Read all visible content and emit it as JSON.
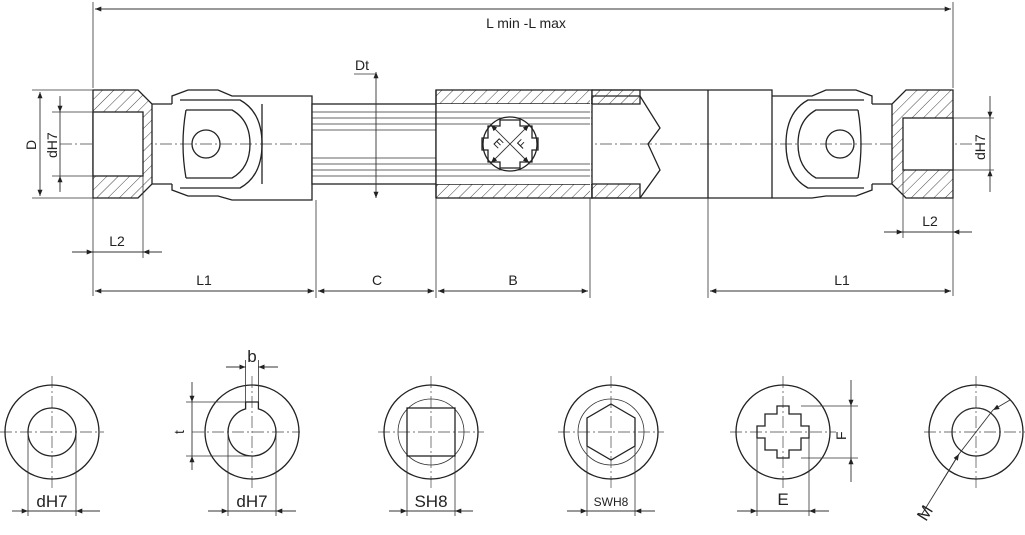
{
  "drawing": {
    "labels": {
      "overall_length": "L min -L max",
      "outer_diameter": "D",
      "bore_left": "dH7",
      "bore_right": "dH7",
      "tube_diameter": "Dt",
      "spline_e": "E",
      "spline_f": "F",
      "bore_depth_left": "L2",
      "bore_depth_right": "L2",
      "yoke_length_left": "L1",
      "yoke_length_right": "L1",
      "slide_c": "C",
      "tube_b": "B"
    },
    "sections": [
      {
        "id": "plain-bore",
        "label": "dH7"
      },
      {
        "id": "keyway-bore",
        "label": "dH7",
        "key_width": "b",
        "key_depth": "t"
      },
      {
        "id": "square-bore",
        "label": "SH8"
      },
      {
        "id": "hex-bore",
        "label": "SWH8"
      },
      {
        "id": "spline-bore",
        "label": "E",
        "label2": "F"
      },
      {
        "id": "thread-bore",
        "label": "M"
      }
    ]
  }
}
